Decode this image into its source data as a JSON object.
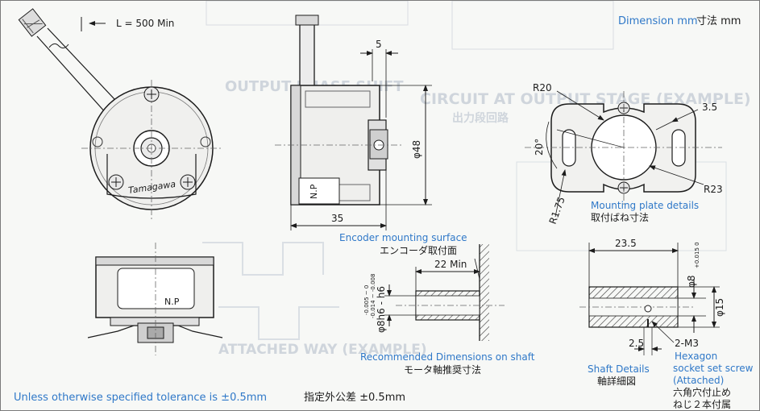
{
  "header": {
    "dimension_label": "Dimension mm",
    "dimension_label_jp": "寸法 mm"
  },
  "cable": {
    "length_label": "L = 500 Min"
  },
  "encoder_body": {
    "brand": "Tamagawa",
    "nameplate": "N.P",
    "nameplate_bottom": "N.P",
    "dim_5": "5",
    "dim_phi48": "φ48",
    "dim_35": "35"
  },
  "mounting_plate": {
    "r20": "R20",
    "d35": "3.5",
    "deg20": "20°",
    "r23": "R23",
    "r175": "R1.75",
    "title": "Mounting plate details",
    "title_jp": "取付ばね寸法"
  },
  "encoder_mounting": {
    "title": "Encoder mounting surface",
    "title_jp": "エンコーダ取付面",
    "dim_22": "22 Min",
    "tol_main": "φ8h6 - h6",
    "tol_top": "-0.005 ~ 0",
    "tol_bottom": "-0.014 ~ -0.008",
    "recommended": "Recommended Dimensions on shaft",
    "recommended_jp": "モータ軸推奨寸法"
  },
  "shaft": {
    "dim_235": "23.5",
    "dim_phi8": "φ8",
    "dim_phi8_tol": "+0.015 0",
    "dim_phi15": "φ15",
    "dim_2m3": "2-M3",
    "dim_25": "2.5",
    "title": "Shaft Details",
    "title_jp": "軸詳細図",
    "screw": "Hexagon",
    "screw2": "socket set screw",
    "screw3": "(Attached)",
    "screw_jp1": "六角穴付止め",
    "screw_jp2": "ねじ２本付属"
  },
  "footer": {
    "tolerance": "Unless otherwise specified tolerance is ±0.5mm",
    "tolerance_jp": "指定外公差 ±0.5mm"
  },
  "colors": {
    "blue_text": "#2f78c8",
    "line": "#1c1c1c"
  }
}
